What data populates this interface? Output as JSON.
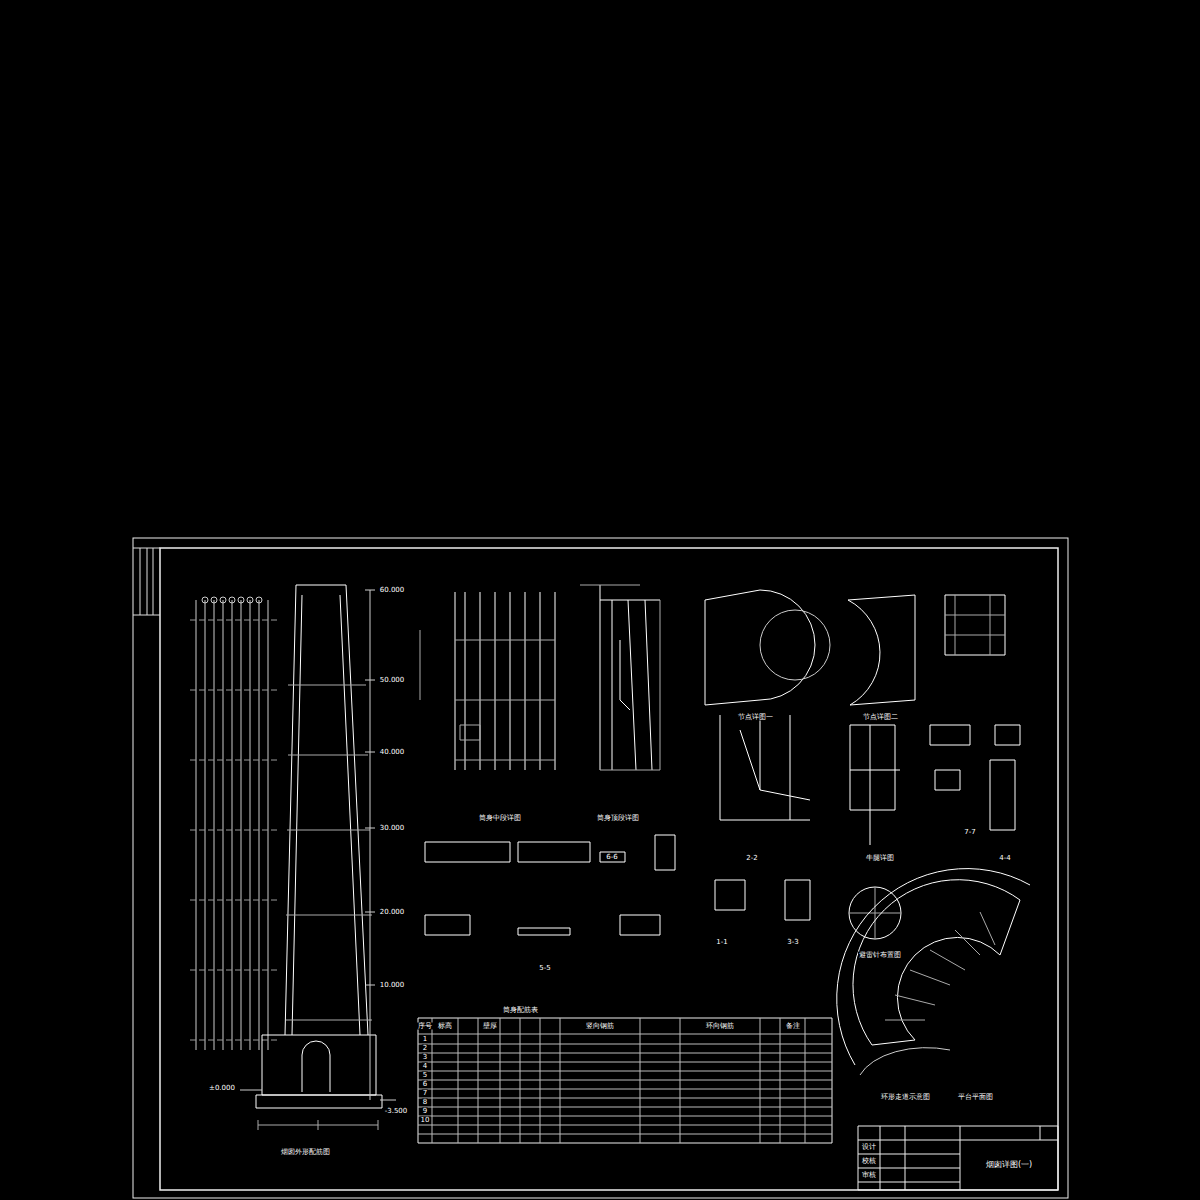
{
  "diagram": {
    "nodes": [
      {
        "text": [
          "烟囱详图(一)"
        ]
      }
    ],
    "labels": [
      "烟囱外形配筋图",
      "筒身中段详图",
      "筒身顶段详图",
      "节点详图一",
      "节点详图二",
      "2-2",
      "牛腿详图",
      "4-4",
      "6-6",
      "5-5",
      "1-1",
      "3-3",
      "7-7",
      "避雷针布置图",
      "平台平面图",
      "环形走道示意图",
      "筒身配筋表",
      "±0.000",
      "-3.500",
      "60.000",
      "50.000",
      "40.000",
      "30.000",
      "20.000",
      "10.000",
      "序号",
      "标高",
      "壁厚",
      "竖向钢筋",
      "环向钢筋",
      "备注",
      "1",
      "2",
      "3",
      "4",
      "5",
      "6",
      "7",
      "8",
      "9",
      "10",
      "设计",
      "校核",
      "审核"
    ]
  }
}
